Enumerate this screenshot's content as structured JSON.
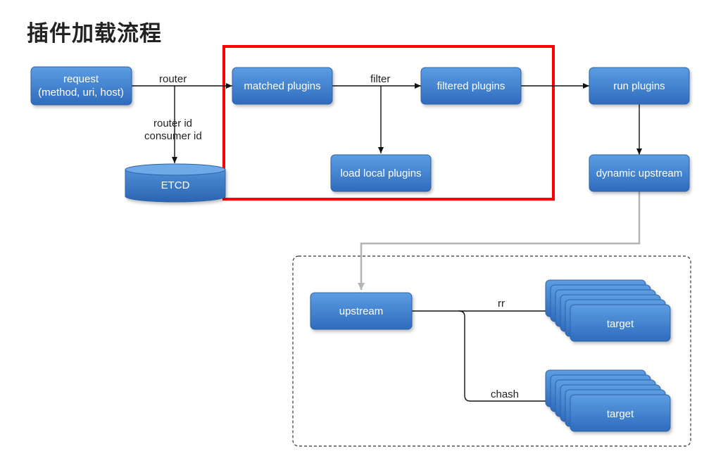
{
  "title": "插件加载流程",
  "nodes": {
    "request_line1": "request",
    "request_line2": "(method, uri, host)",
    "matched": "matched plugins",
    "filtered": "filtered plugins",
    "run": "run plugins",
    "load_local": "load local plugins",
    "etcd": "ETCD",
    "dynamic_upstream": "dynamic upstream",
    "upstream": "upstream",
    "target_rr": "target",
    "target_chash": "target"
  },
  "edges": {
    "router": "router",
    "filter": "filter",
    "router_id": "router id",
    "consumer_id": "consumer id",
    "rr": "rr",
    "chash": "chash"
  },
  "colors": {
    "node_top": "#5b9be0",
    "node_bottom": "#2f6bbd",
    "highlight_box": "#ff0000"
  }
}
